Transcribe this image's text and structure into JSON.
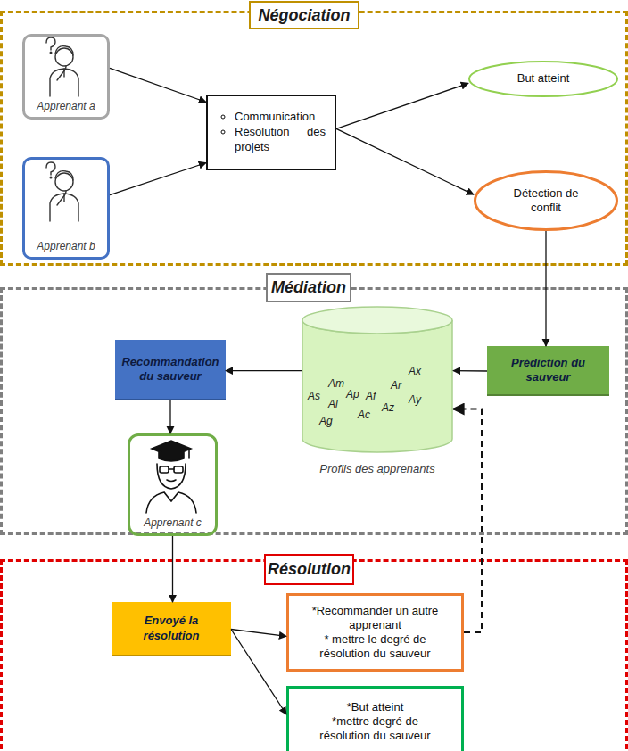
{
  "diagram": {
    "nodes": [
      {
        "text": [
          "Négociation"
        ]
      },
      {
        "text": [
          "Apprenant a"
        ],
        "in": 0
      },
      {
        "text": [
          "Apprenant b"
        ],
        "in": 0
      },
      {
        "text": [
          "Communication",
          "Résolution des projets"
        ],
        "in": 0
      },
      {
        "text": [
          "But atteint"
        ],
        "in": 0
      },
      {
        "text": [
          "Détection de conflit"
        ],
        "in": 0
      },
      {
        "text": [
          "Médiation"
        ]
      },
      {
        "text": [
          "Recommandation du sauveur"
        ],
        "in": 6
      },
      {
        "text": [
          "Ax",
          "Am",
          "Ar",
          "As",
          "Ap",
          "Af",
          "Ay",
          "Al",
          "Az",
          "Ac",
          "Ag",
          "Profils des apprenants"
        ],
        "in": 6
      },
      {
        "text": [
          "Prédiction du sauveur"
        ],
        "in": 6
      },
      {
        "text": [
          "Apprenant c"
        ],
        "in": 6
      },
      {
        "text": [
          "Résolution"
        ]
      },
      {
        "text": [
          "Envoyé la résolution"
        ],
        "in": 11
      },
      {
        "text": [
          "*Recommander un autre apprenant",
          "* mettre le degré de résolution du sauveur"
        ],
        "in": 11
      },
      {
        "text": [
          "*But atteint",
          "*mettre degré de résolution du sauveur"
        ],
        "in": 11
      }
    ],
    "edges": [
      {
        "from": 1,
        "to": 3,
        "arrow": "to"
      },
      {
        "from": 2,
        "to": 3,
        "arrow": "to"
      },
      {
        "from": 3,
        "to": 4,
        "arrow": "to"
      },
      {
        "from": 3,
        "to": 5,
        "arrow": "to"
      },
      {
        "from": 5,
        "to": 9,
        "arrow": "to"
      },
      {
        "from": 9,
        "to": 8,
        "arrow": "to"
      },
      {
        "from": 8,
        "to": 7,
        "arrow": "to"
      },
      {
        "from": 7,
        "to": 10,
        "arrow": "to"
      },
      {
        "from": 10,
        "to": 12,
        "arrow": "to"
      },
      {
        "from": 12,
        "to": 13,
        "arrow": "to"
      },
      {
        "from": 12,
        "to": 14,
        "arrow": "to"
      },
      {
        "from": 13,
        "to": 8,
        "arrow": "to"
      }
    ]
  }
}
